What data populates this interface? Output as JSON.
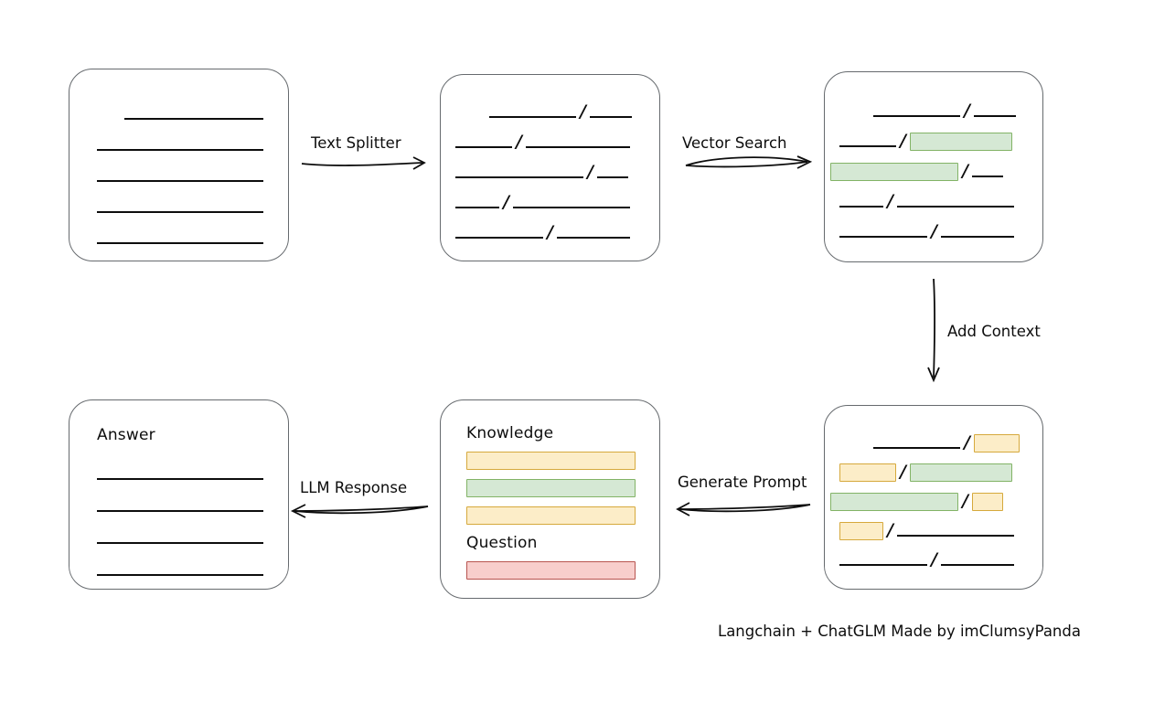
{
  "diagram": {
    "title_footer": "Langchain + ChatGLM Made by imClumsyPanda",
    "colors": {
      "node_border": "#666a6e",
      "line": "#0d0d0d",
      "green_fill": "#d5e8d4",
      "green_border": "#82b366",
      "yellow_fill": "#fcedc8",
      "yellow_border": "#d6a93c",
      "red_fill": "#f8cecc",
      "red_border": "#b85450",
      "background": "#ffffff"
    },
    "edges": [
      {
        "id": "text-splitter",
        "label": "Text Splitter",
        "direction": "right"
      },
      {
        "id": "vector-search",
        "label": "Vector Search",
        "direction": "right"
      },
      {
        "id": "add-context",
        "label": "Add Context",
        "direction": "down"
      },
      {
        "id": "generate-prompt",
        "label": "Generate Prompt",
        "direction": "left"
      },
      {
        "id": "llm-response",
        "label": "LLM Response",
        "direction": "left"
      }
    ],
    "nodes": {
      "source_document": {
        "name": "source-document",
        "rows": [
          {
            "items": [
              {
                "kind": "line",
                "w": 152
              }
            ],
            "indent": 60
          },
          {
            "items": [
              {
                "kind": "line",
                "w": 182
              }
            ],
            "indent": 30
          },
          {
            "items": [
              {
                "kind": "line",
                "w": 182
              }
            ],
            "indent": 30
          },
          {
            "items": [
              {
                "kind": "line",
                "w": 182
              }
            ],
            "indent": 30
          },
          {
            "items": [
              {
                "kind": "line",
                "w": 182
              }
            ],
            "indent": 30
          }
        ]
      },
      "split_chunks": {
        "name": "split-chunks",
        "rows": [
          {
            "indent": 53,
            "items": [
              {
                "kind": "line",
                "w": 95
              },
              {
                "kind": "slash",
                "text": "/"
              },
              {
                "kind": "line",
                "w": 46
              }
            ]
          },
          {
            "indent": 16,
            "items": [
              {
                "kind": "line",
                "w": 62
              },
              {
                "kind": "slash",
                "text": "/"
              },
              {
                "kind": "line",
                "w": 114
              }
            ]
          },
          {
            "indent": 16,
            "items": [
              {
                "kind": "line",
                "w": 140
              },
              {
                "kind": "slash",
                "text": "/"
              },
              {
                "kind": "line",
                "w": 34
              }
            ]
          },
          {
            "indent": 16,
            "items": [
              {
                "kind": "line",
                "w": 48
              },
              {
                "kind": "slash",
                "text": "/"
              },
              {
                "kind": "line",
                "w": 128
              }
            ]
          },
          {
            "indent": 16,
            "items": [
              {
                "kind": "line",
                "w": 96
              },
              {
                "kind": "slash",
                "text": "/"
              },
              {
                "kind": "line",
                "w": 80
              }
            ]
          }
        ]
      },
      "search_results": {
        "name": "search-results",
        "rows": [
          {
            "indent": 53,
            "items": [
              {
                "kind": "line",
                "w": 95
              },
              {
                "kind": "slash",
                "text": "/"
              },
              {
                "kind": "line",
                "w": 46
              }
            ]
          },
          {
            "indent": 16,
            "items": [
              {
                "kind": "line",
                "w": 62
              },
              {
                "kind": "slash",
                "text": "/"
              },
              {
                "kind": "chip",
                "color": "green",
                "w": 112
              }
            ]
          },
          {
            "indent": 6,
            "items": [
              {
                "kind": "chip",
                "color": "green",
                "w": 140
              },
              {
                "kind": "slash",
                "text": "/"
              },
              {
                "kind": "line",
                "w": 34
              }
            ]
          },
          {
            "indent": 16,
            "items": [
              {
                "kind": "line",
                "w": 48
              },
              {
                "kind": "slash",
                "text": "/"
              },
              {
                "kind": "line",
                "w": 128
              }
            ]
          },
          {
            "indent": 16,
            "items": [
              {
                "kind": "line",
                "w": 96
              },
              {
                "kind": "slash",
                "text": "/"
              },
              {
                "kind": "line",
                "w": 80
              }
            ]
          }
        ]
      },
      "context_added": {
        "name": "context-added-chunks",
        "rows": [
          {
            "indent": 53,
            "items": [
              {
                "kind": "line",
                "w": 95
              },
              {
                "kind": "slash",
                "text": "/"
              },
              {
                "kind": "chip",
                "color": "yellow",
                "w": 50
              }
            ]
          },
          {
            "indent": 16,
            "items": [
              {
                "kind": "chip",
                "color": "yellow",
                "w": 62
              },
              {
                "kind": "slash",
                "text": "/"
              },
              {
                "kind": "chip",
                "color": "green",
                "w": 112
              }
            ]
          },
          {
            "indent": 6,
            "items": [
              {
                "kind": "chip",
                "color": "green",
                "w": 140
              },
              {
                "kind": "slash",
                "text": "/"
              },
              {
                "kind": "chip",
                "color": "yellow",
                "w": 34
              }
            ]
          },
          {
            "indent": 16,
            "items": [
              {
                "kind": "chip",
                "color": "yellow",
                "w": 48
              },
              {
                "kind": "slash",
                "text": "/"
              },
              {
                "kind": "line",
                "w": 128
              }
            ]
          },
          {
            "indent": 16,
            "items": [
              {
                "kind": "line",
                "w": 96
              },
              {
                "kind": "slash",
                "text": "/"
              },
              {
                "kind": "line",
                "w": 80
              }
            ]
          }
        ]
      },
      "prompt": {
        "name": "prompt",
        "knowledge_label": "Knowledge",
        "question_label": "Question",
        "knowledge_bars": [
          {
            "color": "yellow"
          },
          {
            "color": "green"
          },
          {
            "color": "yellow"
          }
        ],
        "question_bars": [
          {
            "color": "red"
          }
        ]
      },
      "answer": {
        "name": "answer",
        "label": "Answer",
        "rows": [
          {
            "indent": 30,
            "items": [
              {
                "kind": "line",
                "w": 182
              }
            ]
          },
          {
            "indent": 30,
            "items": [
              {
                "kind": "line",
                "w": 182
              }
            ]
          },
          {
            "indent": 30,
            "items": [
              {
                "kind": "line",
                "w": 182
              }
            ]
          },
          {
            "indent": 30,
            "items": [
              {
                "kind": "line",
                "w": 182
              }
            ]
          }
        ]
      }
    }
  }
}
